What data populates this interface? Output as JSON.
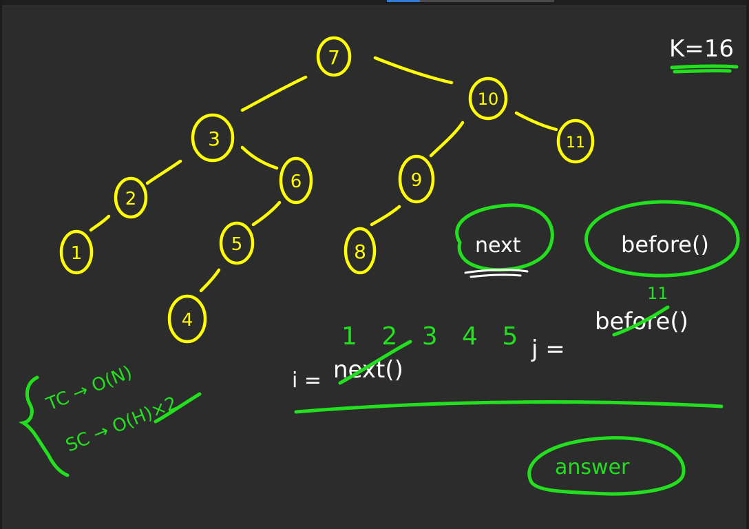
{
  "tree": {
    "nodes": [
      {
        "id": "7",
        "label": "7"
      },
      {
        "id": "3",
        "label": "3"
      },
      {
        "id": "10",
        "label": "10"
      },
      {
        "id": "2",
        "label": "2"
      },
      {
        "id": "6",
        "label": "6"
      },
      {
        "id": "9",
        "label": "9"
      },
      {
        "id": "11",
        "label": "11"
      },
      {
        "id": "1",
        "label": "1"
      },
      {
        "id": "5",
        "label": "5"
      },
      {
        "id": "8",
        "label": "8"
      },
      {
        "id": "4",
        "label": "4"
      }
    ],
    "edges": [
      [
        "7",
        "3"
      ],
      [
        "7",
        "10"
      ],
      [
        "3",
        "2"
      ],
      [
        "3",
        "6"
      ],
      [
        "10",
        "9"
      ],
      [
        "10",
        "11"
      ],
      [
        "2",
        "1"
      ],
      [
        "6",
        "5"
      ],
      [
        "9",
        "8"
      ],
      [
        "5",
        "4"
      ]
    ]
  },
  "notes": {
    "k_label": "K=16",
    "next_label": "next",
    "before_label": "before()",
    "i_expr_prefix": "i =",
    "i_expr_call": "next()",
    "i_values": "1 2 3 4 5",
    "j_expr_prefix": "j =",
    "j_expr_call": "before()",
    "j_value": "11",
    "tc": "TC → O(N)",
    "sc": "SC → O(H)×2",
    "answer_label": "answer"
  },
  "colors": {
    "background": "#2c2c2c",
    "tree": "#ffff00",
    "annotation": "#22e01e",
    "text": "#ffffff"
  }
}
